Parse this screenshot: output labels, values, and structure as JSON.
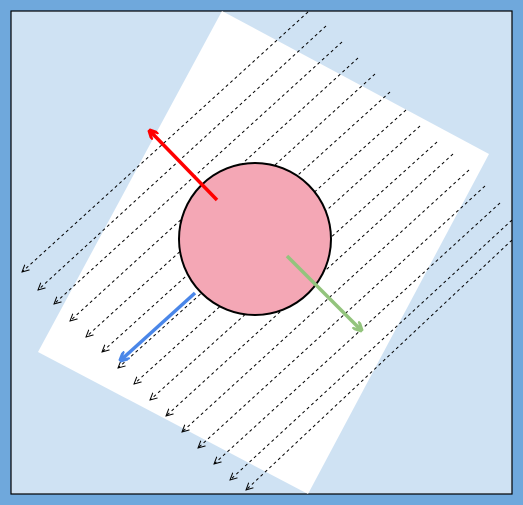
{
  "colors": {
    "frame": "#6fa8dc",
    "background": "#cfe2f3",
    "incline": "#ffffff",
    "ball_fill": "#f4a7b5",
    "ball_stroke": "#000000",
    "flow_lines": "#000000",
    "arrow_up_slope": "#ff0000",
    "arrow_down_slope": "#4a86e8",
    "arrow_normal": "#93c47d"
  },
  "flow_lines": {
    "count": 15,
    "style": "dashed",
    "direction": "down-left"
  },
  "arrows": [
    {
      "name": "red-arrow",
      "color_key": "arrow_up_slope",
      "direction": "up-left"
    },
    {
      "name": "blue-arrow",
      "color_key": "arrow_down_slope",
      "direction": "down-left"
    },
    {
      "name": "green-arrow",
      "color_key": "arrow_normal",
      "direction": "down-right"
    }
  ]
}
